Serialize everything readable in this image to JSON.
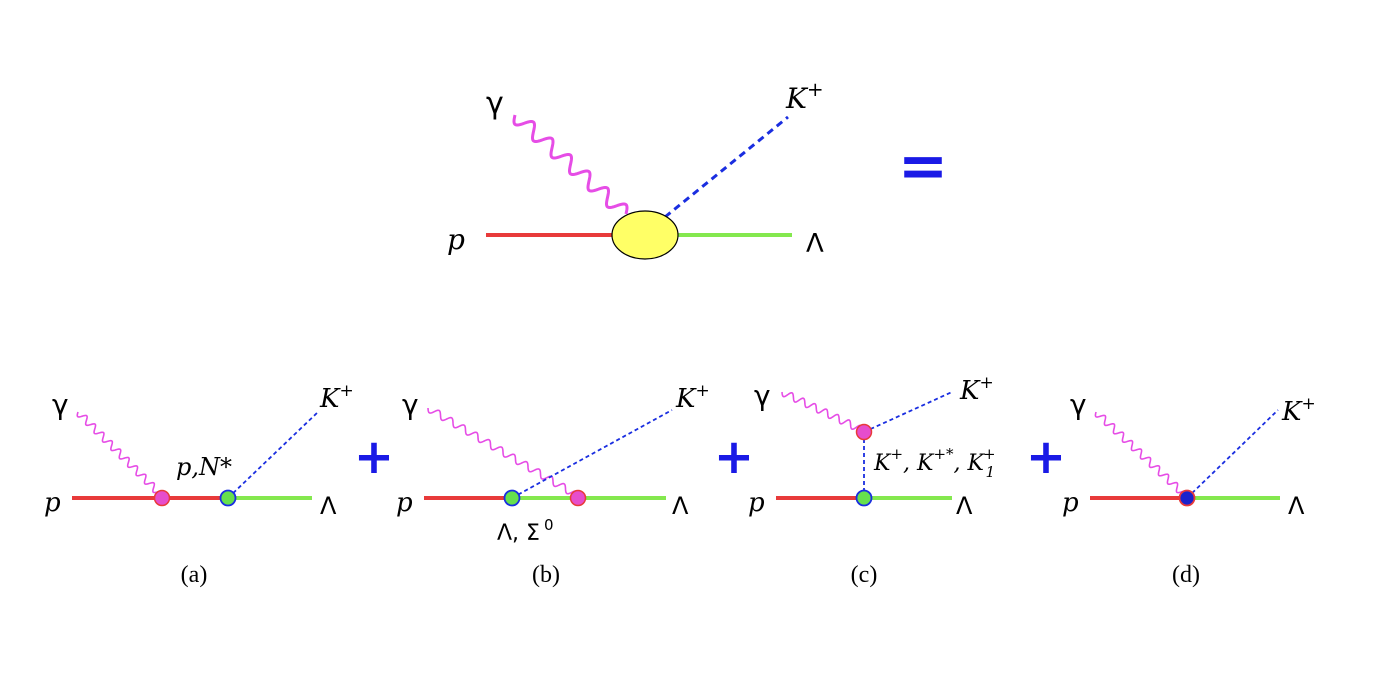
{
  "main": {
    "photon": "γ",
    "kaon": "K",
    "kaon_sup": "+",
    "proton": "p",
    "lambda": "Λ",
    "equals": "="
  },
  "plus": "+",
  "diagram_a": {
    "photon": "γ",
    "kaon": "K",
    "kaon_sup": "+",
    "proton": "p",
    "lambda": "Λ",
    "intermediate": "p,N*",
    "caption": "(a)"
  },
  "diagram_b": {
    "photon": "γ",
    "kaon": "K",
    "kaon_sup": "+",
    "proton": "p",
    "lambda": "Λ",
    "intermediate": "Λ, Σ",
    "intermediate_sup": "0",
    "caption": "(b)"
  },
  "diagram_c": {
    "photon": "γ",
    "kaon": "K",
    "kaon_sup": "+",
    "proton": "p",
    "lambda": "Λ",
    "exch_k": "K",
    "exch_k_sup": "+",
    "sep1": ", ",
    "exch_kstar": "K",
    "exch_kstar_sup": "+*",
    "sep2": ", ",
    "exch_k1": "K",
    "exch_k1_sup": "+",
    "exch_k1_sub": "1",
    "caption": "(c)"
  },
  "diagram_d": {
    "photon": "γ",
    "kaon": "K",
    "kaon_sup": "+",
    "proton": "p",
    "lambda": "Λ",
    "caption": "(d)"
  },
  "colors": {
    "proton_line": "#e83a3a",
    "lambda_line": "#84e84e",
    "photon_line": "#e64de6",
    "kaon_line": "#1a2ee0",
    "blob": "#ffff66",
    "operator": "#1a1ae6"
  }
}
